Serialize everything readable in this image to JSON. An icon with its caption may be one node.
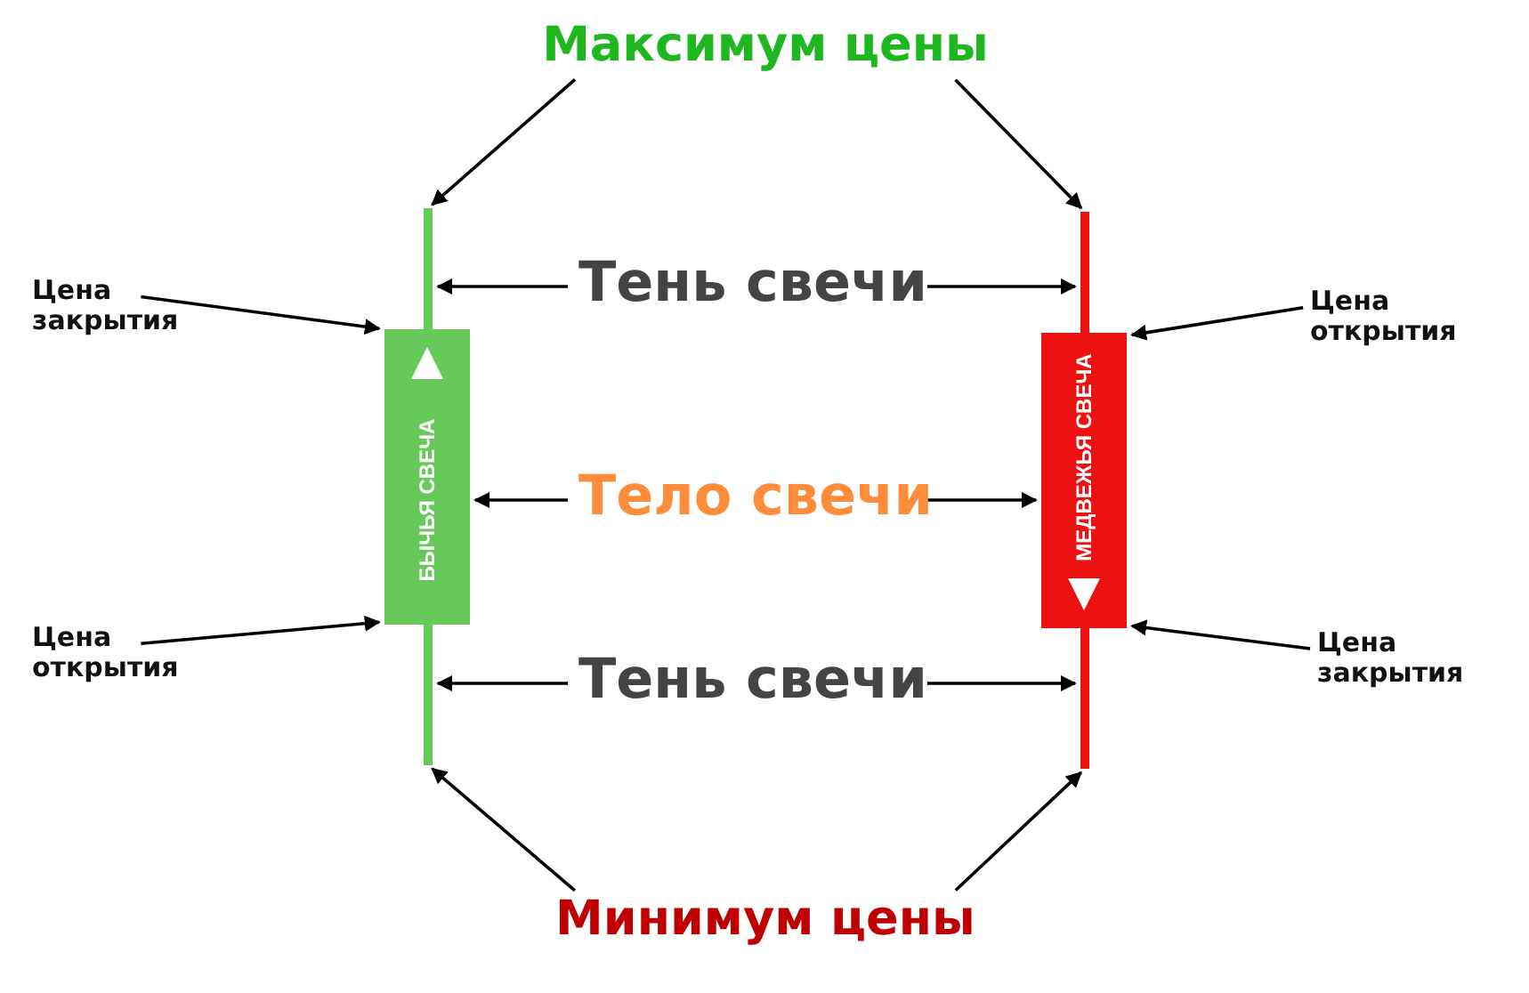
{
  "diagram": {
    "nodes": [
      {
        "text": [
          "Максимум цены"
        ]
      },
      {
        "text": [
          "Минимум цены"
        ]
      },
      {
        "text": [
          "Тень свечи"
        ]
      },
      {
        "text": [
          "Тело свечи"
        ]
      },
      {
        "text": [
          "Тень свечи"
        ]
      },
      {
        "text": [
          "Цена закрытия"
        ]
      },
      {
        "text": [
          "Цена открытия"
        ]
      },
      {
        "text": [
          "Цена открытия"
        ]
      },
      {
        "text": [
          "Цена закрытия"
        ]
      },
      {
        "text": [
          "БЫЧЬЯ СВЕЧА"
        ]
      },
      {
        "text": [
          "МЕДВЕЖЬЯ СВЕЧА"
        ]
      },
      {
        "text": [],
        "shape": "bar"
      },
      {
        "text": [],
        "shape": "bar"
      },
      {
        "text": [],
        "shape": "bar"
      },
      {
        "text": [],
        "shape": "bar"
      }
    ],
    "edges": [
      {
        "from": 0,
        "to": 11,
        "arrow": "to"
      },
      {
        "from": 0,
        "to": 13,
        "arrow": "to"
      },
      {
        "from": 1,
        "to": 12,
        "arrow": "to"
      },
      {
        "from": 1,
        "to": 14,
        "arrow": "to"
      },
      {
        "from": 2,
        "to": 11,
        "arrow": "to"
      },
      {
        "from": 2,
        "to": 13,
        "arrow": "to"
      },
      {
        "from": 3,
        "to": 9,
        "arrow": "to"
      },
      {
        "from": 3,
        "to": 10,
        "arrow": "to"
      },
      {
        "from": 4,
        "to": 12,
        "arrow": "to"
      },
      {
        "from": 4,
        "to": 14,
        "arrow": "to"
      },
      {
        "from": 5,
        "to": 9,
        "arrow": "to"
      },
      {
        "from": 6,
        "to": 9,
        "arrow": "to"
      },
      {
        "from": 7,
        "to": 10,
        "arrow": "to"
      },
      {
        "from": 8,
        "to": 10,
        "arrow": "to"
      }
    ]
  }
}
